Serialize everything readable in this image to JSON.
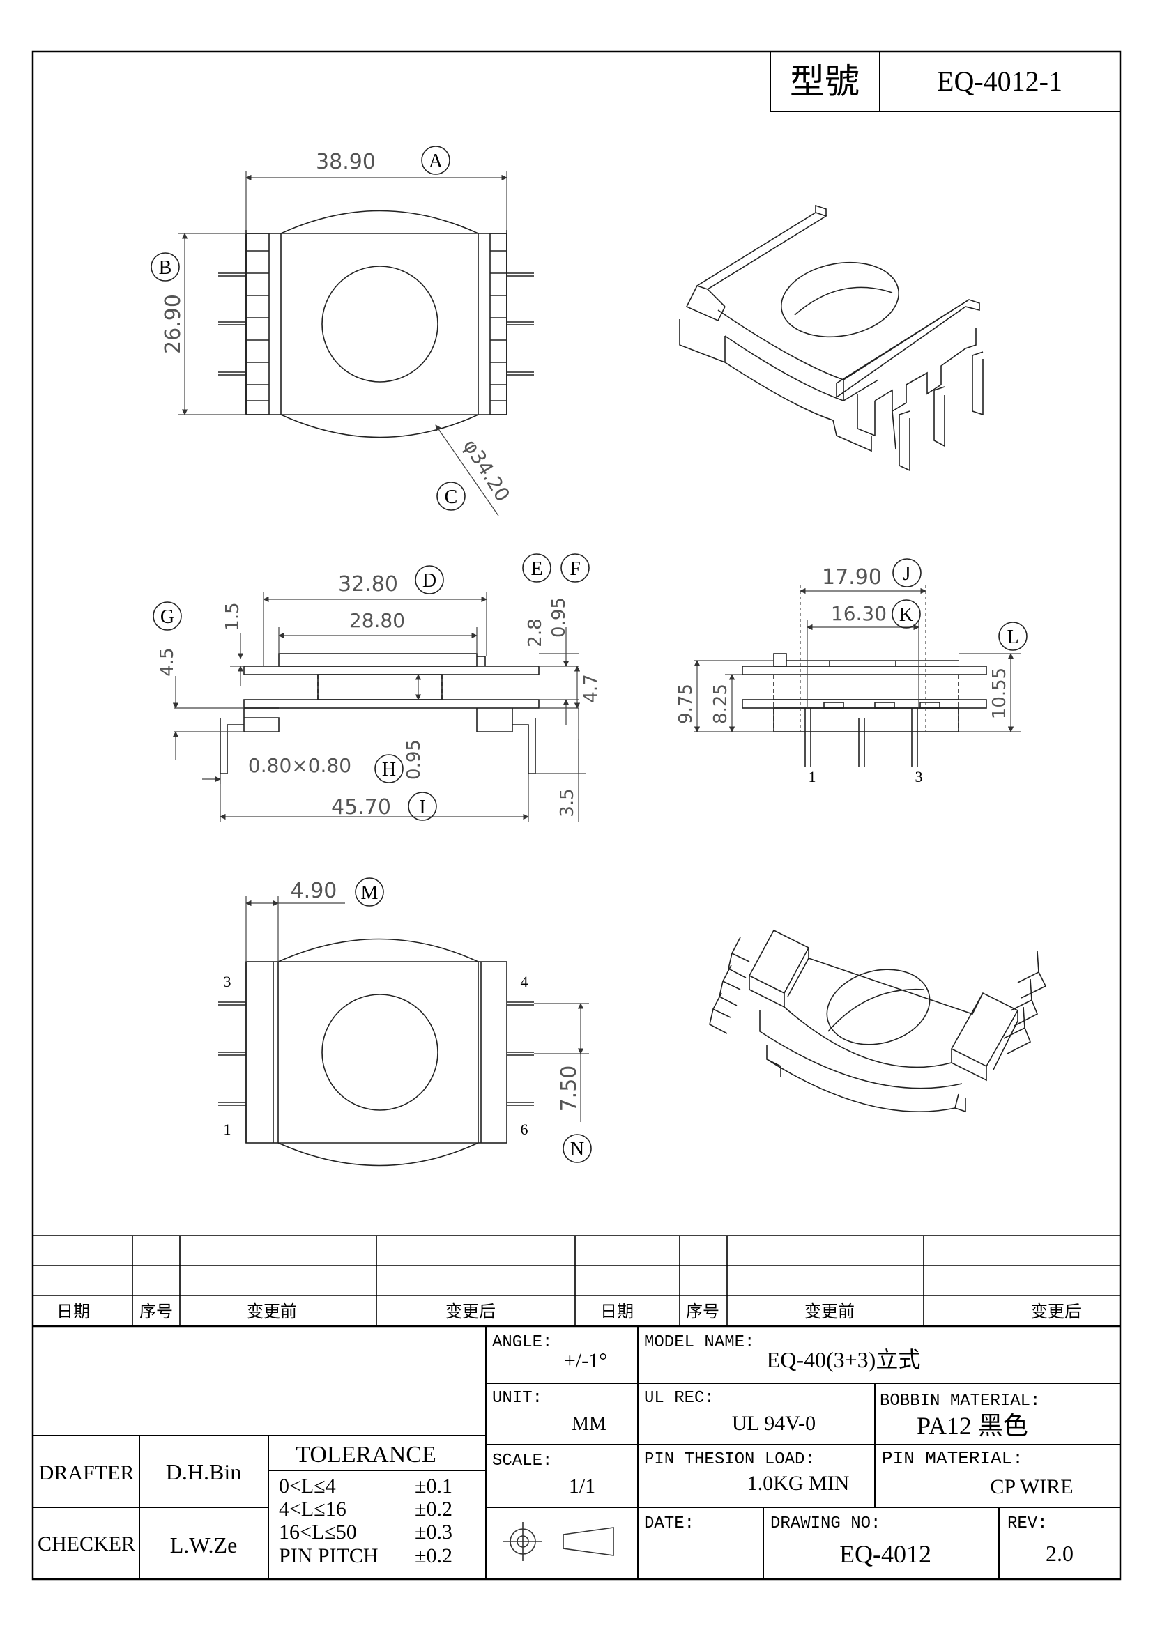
{
  "title_block": {
    "model_label": "型號",
    "model_value": "EQ-4012-1"
  },
  "dimensions": {
    "A": "38.90",
    "B": "26.90",
    "C": "φ34.20",
    "D": "32.80",
    "D2": "28.80",
    "G": "4.5",
    "G2": "1.5",
    "E": "2.8",
    "F": "0.95",
    "EF2": "4.7",
    "H": "0.80×0.80",
    "H2": "0.95",
    "I": "45.70",
    "I2": "3.5",
    "J": "17.90",
    "K": "16.30",
    "L1": "9.75",
    "L2": "8.25",
    "L3": "10.55",
    "M": "4.90",
    "N": "7.50"
  },
  "callouts": [
    "A",
    "B",
    "C",
    "D",
    "E",
    "F",
    "G",
    "H",
    "I",
    "J",
    "K",
    "L",
    "M",
    "N"
  ],
  "pins": {
    "side": [
      "1",
      "3"
    ],
    "bottom": [
      "3",
      "4",
      "1",
      "6"
    ]
  },
  "revision_table": {
    "headers": [
      "日期",
      "序号",
      "变更前",
      "变更后",
      "日期",
      "序号",
      "变更前",
      "变更后"
    ]
  },
  "info": {
    "angle_label": "ANGLE:",
    "angle_value": "+/-1°",
    "model_name_label": "MODEL NAME:",
    "model_name_value": "EQ-40(3+3)立式",
    "unit_label": "UNIT:",
    "unit_value": "MM",
    "ul_label": "UL REC:",
    "ul_value": "UL 94V-0",
    "bobbin_label": "BOBBIN MATERIAL:",
    "bobbin_value": "PA12 黑色",
    "scale_label": "SCALE:",
    "scale_value": "1/1",
    "pin_load_label": "PIN THESION LOAD:",
    "pin_load_value": "1.0KG MIN",
    "pin_mat_label": "PIN MATERIAL:",
    "pin_mat_value": "CP  WIRE",
    "date_label": "DATE:",
    "drawing_no_label": "DRAWING NO:",
    "drawing_no_value": "EQ-4012",
    "rev_label": "REV:",
    "rev_value": "2.0",
    "drafter_label": "DRAFTER",
    "drafter_value": "D.H.Bin",
    "checker_label": "CHECKER",
    "checker_value": "L.W.Ze",
    "tolerance_title": "TOLERANCE",
    "tolerance_rows": [
      {
        "range": "0<L≤4",
        "tol": "±0.1"
      },
      {
        "range": "4<L≤16",
        "tol": "±0.2"
      },
      {
        "range": "16<L≤50",
        "tol": "±0.3"
      },
      {
        "range": "PIN PITCH",
        "tol": "±0.2"
      }
    ]
  }
}
